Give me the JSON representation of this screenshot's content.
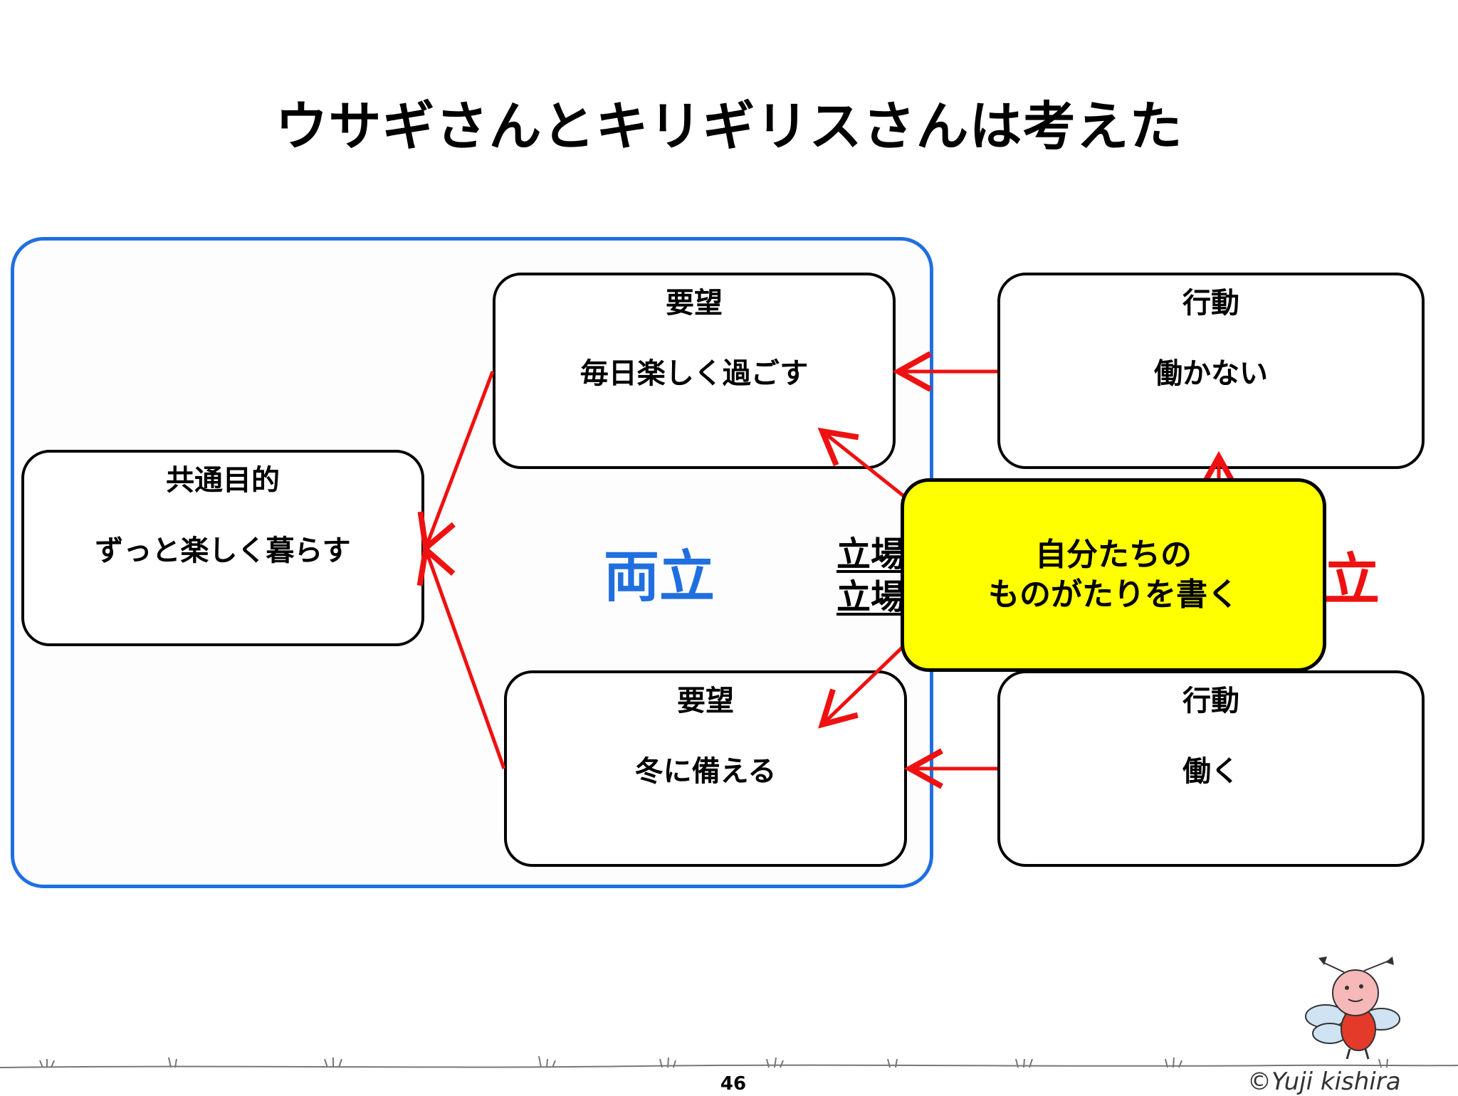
{
  "title": "ウサギさんとキリギリスさんは考えた",
  "common_goal": {
    "head": "共通目的",
    "body": "ずっと楽しく暮らす"
  },
  "want_top": {
    "head": "要望",
    "body": "毎日楽しく過ごす"
  },
  "want_bottom": {
    "head": "要望",
    "body": "冬に備える"
  },
  "action_top": {
    "head": "行動",
    "body": "働かない"
  },
  "action_bottom": {
    "head": "行動",
    "body": "働く"
  },
  "compatible_label": "両立",
  "partial_stance_1": "立場",
  "partial_stance_2": "立場",
  "partial_red": "立",
  "callout": {
    "line1": "自分たちの",
    "line2": "ものがたりを書く"
  },
  "page_number": "46",
  "credit": "©Yuji kishira",
  "colors": {
    "frame": "#1f6fe0",
    "arrow": "#ee1111",
    "callout": "#ffff00",
    "compatible": "#1f6fe0",
    "red_label": "#ee1111"
  }
}
